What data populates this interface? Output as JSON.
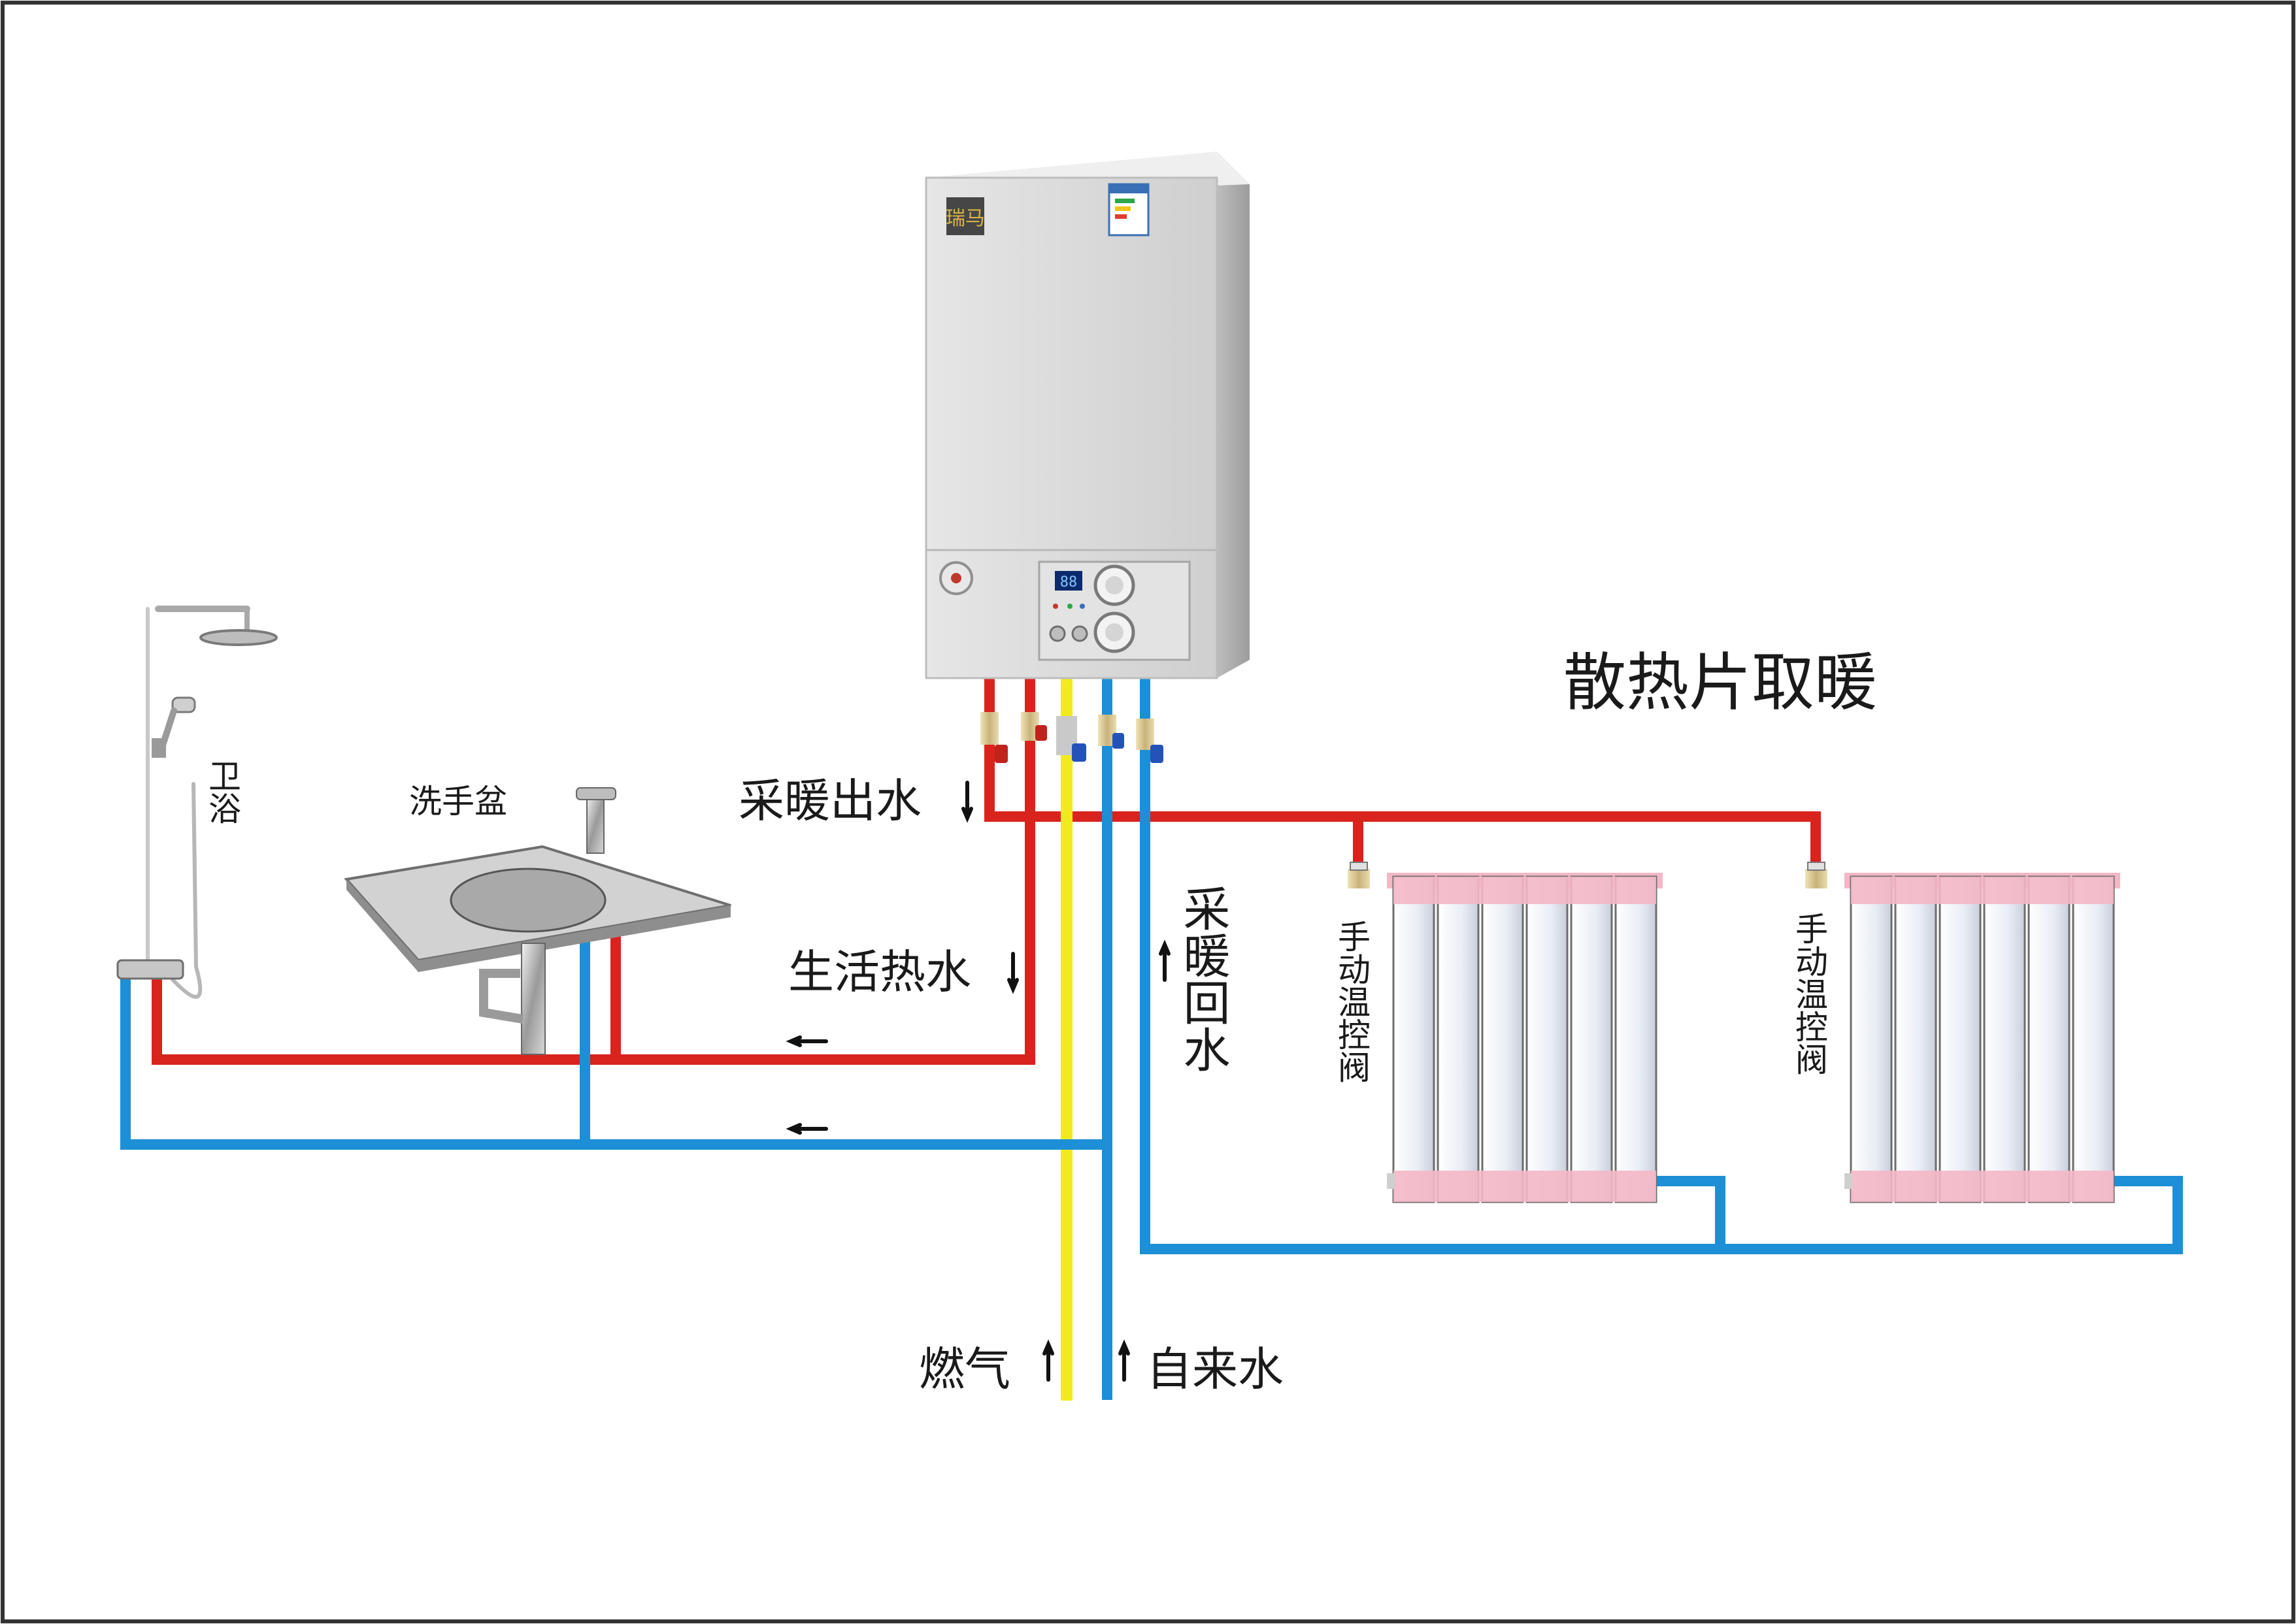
{
  "title": "散热片取暖",
  "labels": {
    "heating_out": "采暖出水",
    "domestic_hot_water": "生活热水",
    "heating_return": "采暖回水",
    "gas": "燃气",
    "tap_water": "自来水",
    "basin": "洗手盆",
    "bathroom": "卫浴",
    "valve_1": "手动温控阀",
    "valve_2": "手动温控阀"
  },
  "boiler": {
    "logo_text": "瑞马",
    "display_value": "88"
  },
  "colors": {
    "hot_pipe": "#d9231d",
    "cold_pipe": "#1c8fd6",
    "gas_pipe": "#f2ea1e",
    "radiator_cap": "#f4b7c6",
    "radiator_body": "#eef1f7",
    "boiler_body": "#d9d9d9"
  }
}
